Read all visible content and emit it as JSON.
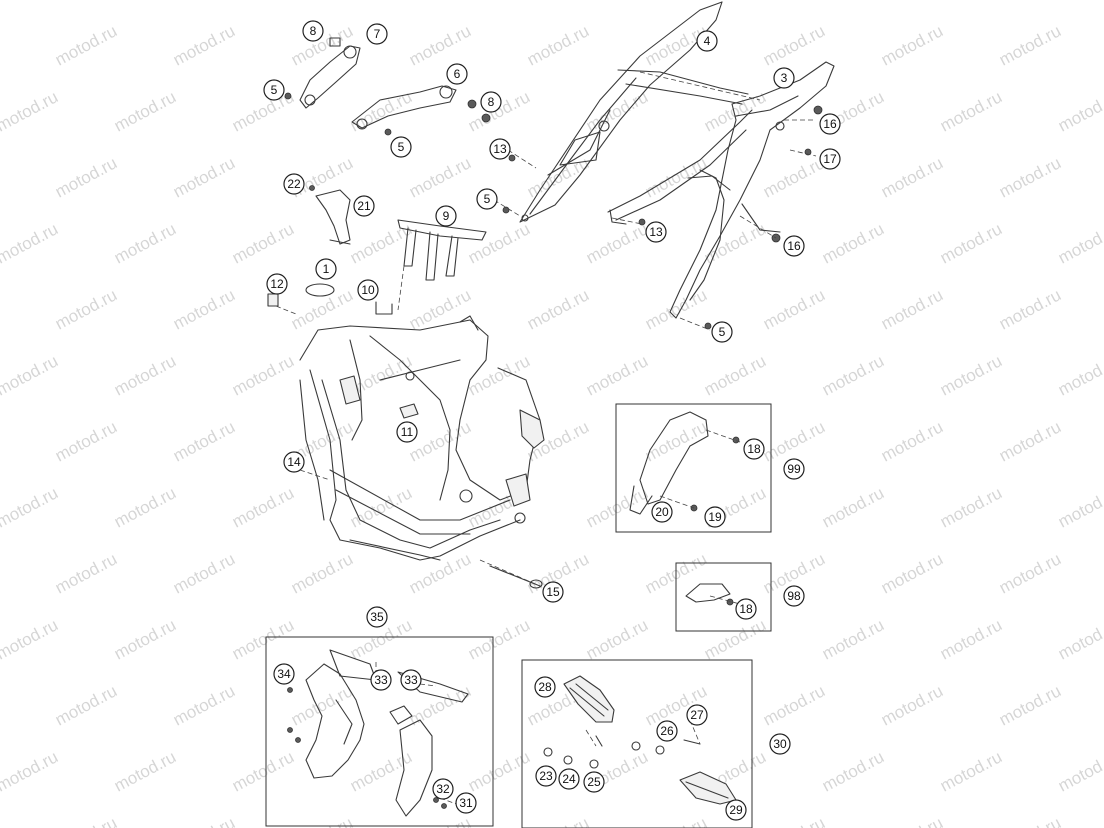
{
  "watermark": {
    "text": "motod.ru"
  },
  "callouts": {
    "c1": "1",
    "c3": "3",
    "c4": "4",
    "c5": "5",
    "c6": "6",
    "c7": "7",
    "c8": "8",
    "c9": "9",
    "c10": "10",
    "c11": "11",
    "c12": "12",
    "c13": "13",
    "c14": "14",
    "c15": "15",
    "c16": "16",
    "c17": "17",
    "c18": "18",
    "c19": "19",
    "c20": "20",
    "c21": "21",
    "c22": "22",
    "c23": "23",
    "c24": "24",
    "c25": "25",
    "c26": "26",
    "c27": "27",
    "c28": "28",
    "c29": "29",
    "c30": "30",
    "c31": "31",
    "c32": "32",
    "c33": "33",
    "c34": "34",
    "c35": "35",
    "c98": "98",
    "c99": "99"
  }
}
